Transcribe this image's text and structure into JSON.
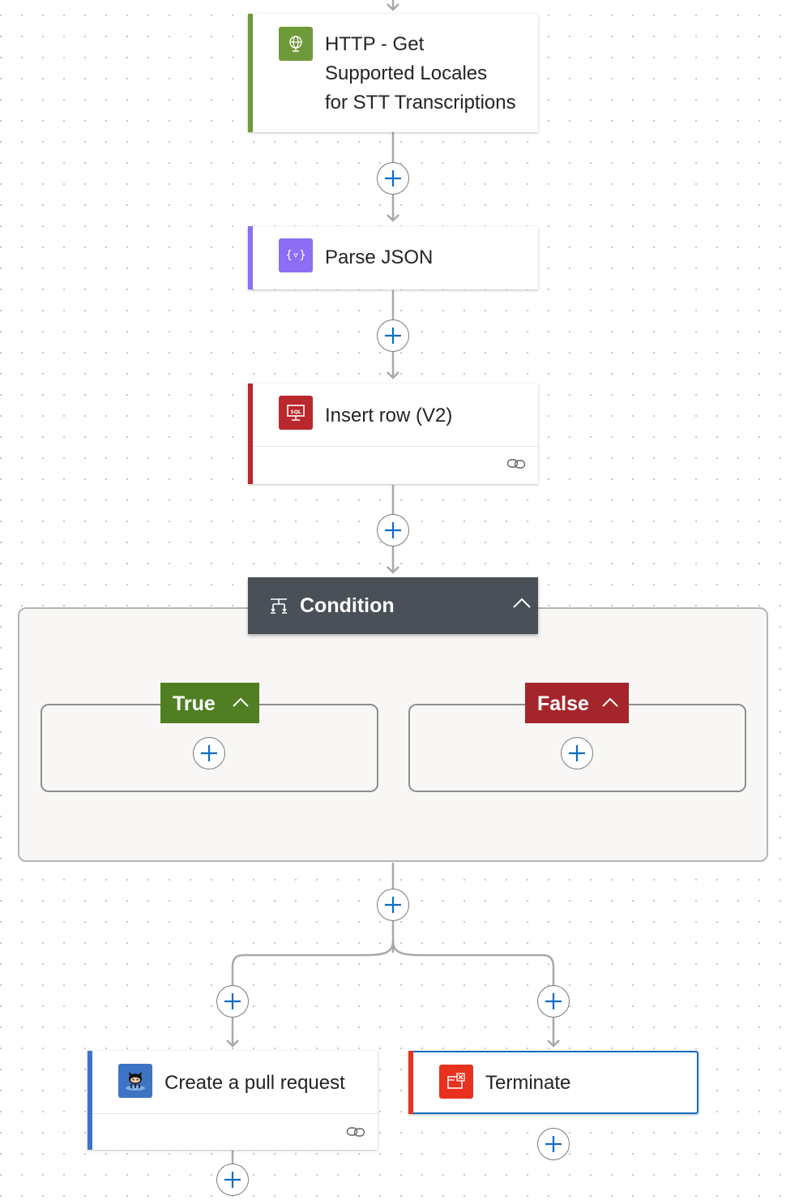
{
  "actions": {
    "http": {
      "title_line1": "HTTP - Get",
      "title_line2": "Supported Locales",
      "title_line3": "for STT Transcriptions",
      "icon": "globe-icon",
      "color": "#6f9a3a"
    },
    "parse_json": {
      "title": "Parse JSON",
      "icon": "curly-braces-icon",
      "color": "#8b6ef3"
    },
    "insert_row": {
      "title": "Insert row (V2)",
      "icon": "sql-icon",
      "color": "#b8282c"
    },
    "condition": {
      "title": "Condition",
      "icon": "condition-icon",
      "color": "#4a5058"
    },
    "create_pr": {
      "title": "Create a pull request",
      "icon": "github-octocat-icon",
      "color": "#3f73c4"
    },
    "terminate": {
      "title": "Terminate",
      "icon": "terminate-icon",
      "color": "#e8321f"
    }
  },
  "branches": {
    "true_label": "True",
    "false_label": "False",
    "true_color": "#4f7f22",
    "false_color": "#a4262c"
  },
  "colors": {
    "add_plus": "#0f6cbd",
    "connector": "#a9a9a9",
    "selected_border": "#0f6cbd"
  }
}
